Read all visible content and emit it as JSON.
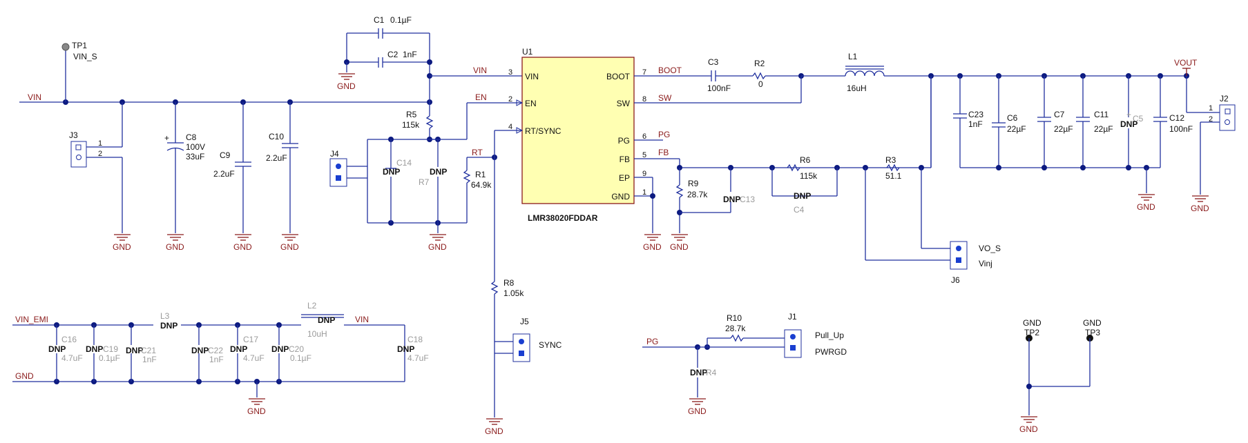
{
  "ic": {
    "ref": "U1",
    "part": "LMR38020FDDAR",
    "left_pins": [
      {
        "num": "3",
        "name": "VIN"
      },
      {
        "num": "2",
        "name": "EN"
      },
      {
        "num": "4",
        "name": "RT/SYNC"
      }
    ],
    "right_pins": [
      {
        "num": "7",
        "name": "BOOT"
      },
      {
        "num": "8",
        "name": "SW"
      },
      {
        "num": "6",
        "name": "PG"
      },
      {
        "num": "5",
        "name": "FB"
      },
      {
        "num": "9",
        "name": "EP"
      },
      {
        "num": "1",
        "name": "GND"
      }
    ]
  },
  "nets": {
    "vin": "VIN",
    "vin_s": "VIN_S",
    "en": "EN",
    "rt": "RT",
    "boot": "BOOT",
    "sw": "SW",
    "pg": "PG",
    "fb": "FB",
    "vout": "VOUT",
    "gnd": "GND",
    "vin_emi": "VIN_EMI"
  },
  "dnp": "DNP",
  "components": {
    "tp1": {
      "ref": "TP1"
    },
    "tp2": {
      "ref": "TP2"
    },
    "tp3": {
      "ref": "TP3"
    },
    "c1": {
      "ref": "C1",
      "value": "0.1µF"
    },
    "c2": {
      "ref": "C2",
      "value": "1nF"
    },
    "c3": {
      "ref": "C3",
      "value": "100nF"
    },
    "r2": {
      "ref": "R2",
      "value": "0"
    },
    "l1": {
      "ref": "L1",
      "value": "16uH"
    },
    "c8": {
      "ref": "C8",
      "value": "100V",
      "value2": "33uF"
    },
    "c9": {
      "ref": "C9",
      "value": "2.2uF"
    },
    "c10": {
      "ref": "C10",
      "value": "2.2uF"
    },
    "r5": {
      "ref": "R5",
      "value": "115k"
    },
    "r1": {
      "ref": "R1",
      "value": "64.9k"
    },
    "c14": {
      "ref": "C14"
    },
    "r7": {
      "ref": "R7"
    },
    "r9": {
      "ref": "R9",
      "value": "28.7k"
    },
    "c13": {
      "ref": "C13"
    },
    "r6": {
      "ref": "R6",
      "value": "115k"
    },
    "c4": {
      "ref": "C4"
    },
    "r3": {
      "ref": "R3",
      "value": "51.1"
    },
    "c23": {
      "ref": "C23",
      "value": "1nF"
    },
    "c6": {
      "ref": "C6",
      "value": "22µF"
    },
    "c7": {
      "ref": "C7",
      "value": "22µF"
    },
    "c11": {
      "ref": "C11",
      "value": "22µF"
    },
    "c5": {
      "ref": "C5"
    },
    "c12": {
      "ref": "C12",
      "value": "100nF"
    },
    "r8": {
      "ref": "R8",
      "value": "1.05k"
    },
    "r10": {
      "ref": "R10",
      "value": "28.7k"
    },
    "r4": {
      "ref": "R4"
    },
    "l3": {
      "ref": "L3"
    },
    "l2": {
      "ref": "L2",
      "value": "10uH"
    },
    "c16": {
      "ref": "C16",
      "value": "4.7uF"
    },
    "c19": {
      "ref": "C19",
      "value": "0.1µF"
    },
    "c21": {
      "ref": "C21",
      "value": "1nF"
    },
    "c22": {
      "ref": "C22",
      "value": "1nF"
    },
    "c17": {
      "ref": "C17",
      "value": "4.7uF"
    },
    "c20": {
      "ref": "C20",
      "value": "0.1µF"
    },
    "c18": {
      "ref": "C18",
      "value": "4.7uF"
    }
  },
  "connectors": {
    "j2": {
      "ref": "J2",
      "pin1": "1",
      "pin2": "2"
    },
    "j3": {
      "ref": "J3",
      "pin1": "1",
      "pin2": "2"
    },
    "j4": {
      "ref": "J4"
    },
    "j5": {
      "ref": "J5",
      "label": "SYNC"
    },
    "j6": {
      "ref": "J6",
      "label1": "VO_S",
      "label2": "Vinj"
    },
    "j1": {
      "ref": "J1",
      "label1": "Pull_Up",
      "label2": "PWRGD"
    }
  },
  "colors": {
    "wire": "#1f2f9e",
    "net": "#8a1a1a",
    "ic_fill": "#ffffb2",
    "dim": "#9a9a9a"
  }
}
